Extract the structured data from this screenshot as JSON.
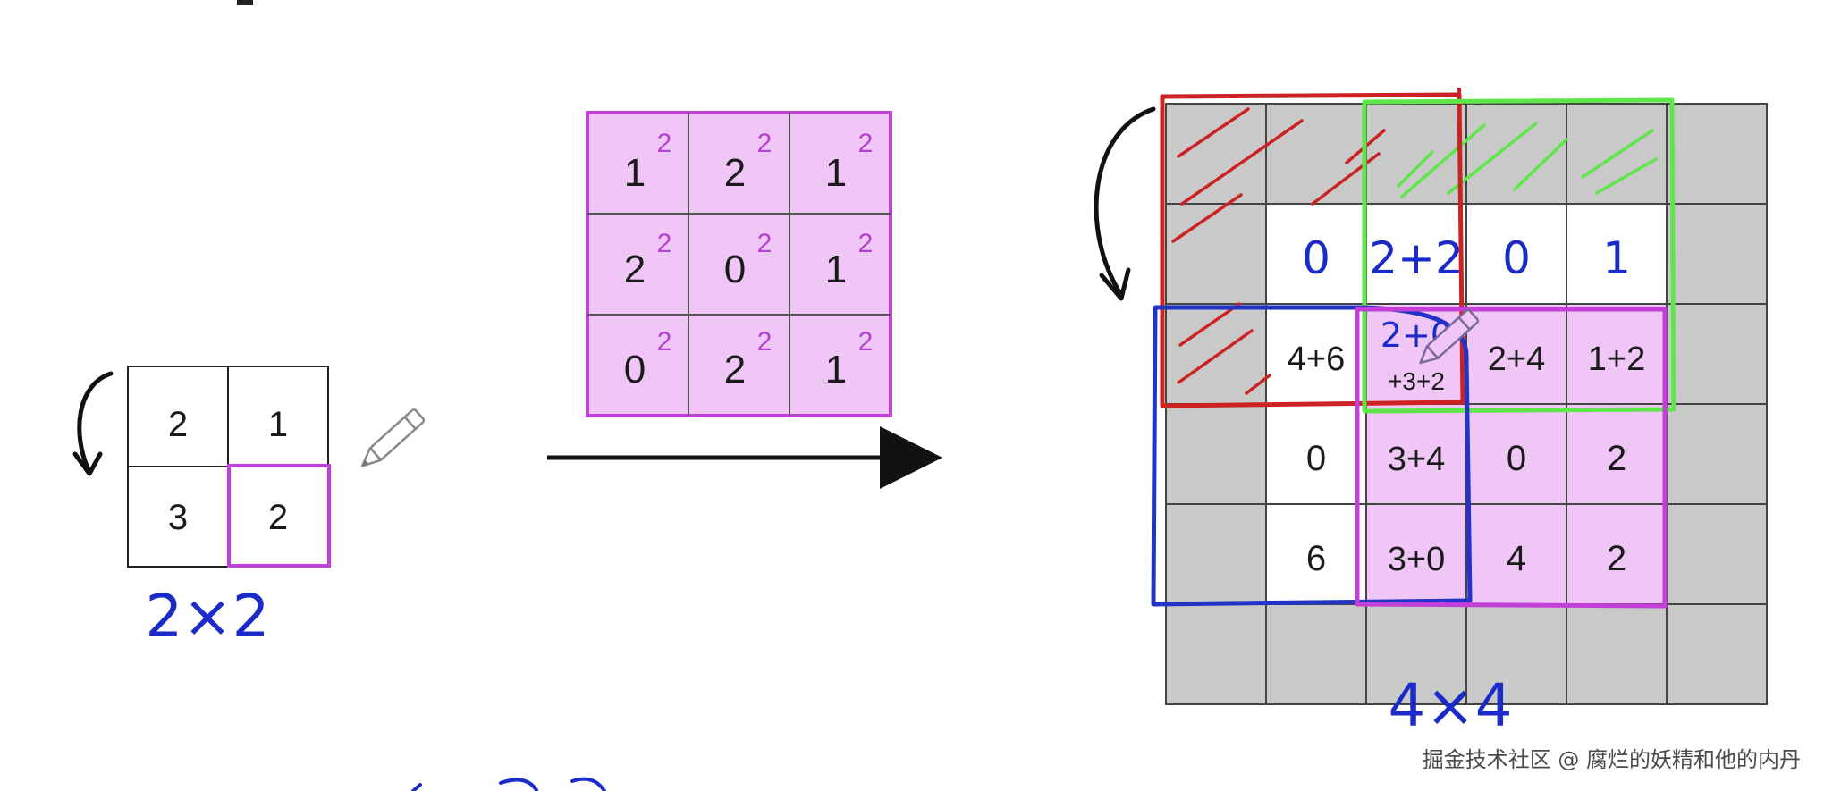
{
  "input": {
    "cells": [
      "2",
      "1",
      "3",
      "2"
    ],
    "size_label": "2×2"
  },
  "kernel": {
    "cells": [
      "1",
      "2",
      "1",
      "2",
      "0",
      "1",
      "0",
      "2",
      "1"
    ],
    "superscript": "2"
  },
  "output": {
    "cells": [
      [
        "",
        "",
        "",
        "",
        "",
        ""
      ],
      [
        "",
        "0",
        "2+2",
        "0",
        "1",
        ""
      ],
      [
        "",
        "4+6",
        "2+0 +3+2",
        "2+4",
        "1+2",
        ""
      ],
      [
        "",
        "0",
        "3+4",
        "0",
        "2",
        ""
      ],
      [
        "",
        "6",
        "3+0",
        "4",
        "2",
        ""
      ],
      [
        "",
        "",
        "",
        "",
        "",
        ""
      ]
    ],
    "size_label": "4×4"
  },
  "watermark": "掘金技术社区 @ 腐烂的妖精和他的内丹",
  "colors": {
    "kernel_fill": "#efc6f6",
    "kernel_border": "#c23fd8",
    "padding_gray": "#c9c9c9",
    "red": "#cc2222",
    "green": "#5ee64a",
    "blue": "#2233c8",
    "magenta": "#c23fd8",
    "handwriting": "#1b2bc9"
  }
}
